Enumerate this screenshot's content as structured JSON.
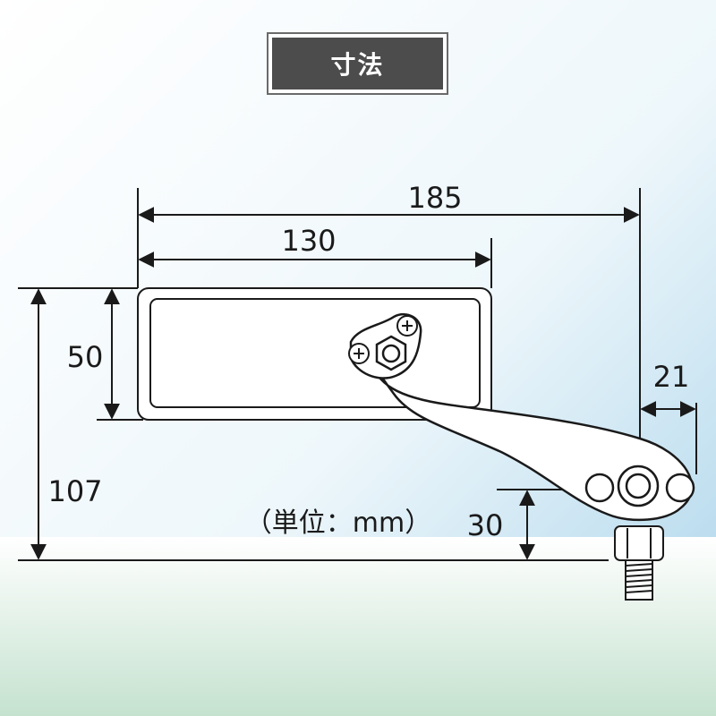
{
  "title": "寸法",
  "dimensions": {
    "overall_width": "185",
    "mirror_width": "130",
    "mirror_height": "50",
    "total_height": "107",
    "arm_depth": "21",
    "base_height": "30"
  },
  "unit_note": "（単位：mm）",
  "colors": {
    "title_bg": "#4c4c4c",
    "title_text": "#ffffff",
    "line": "#1a1a1a",
    "sky_top": "#bfe0ef",
    "ground_bottom": "#cfe6d6"
  },
  "icons": [
    "screw-icon",
    "hex-nut-icon",
    "threaded-bolt-icon"
  ]
}
